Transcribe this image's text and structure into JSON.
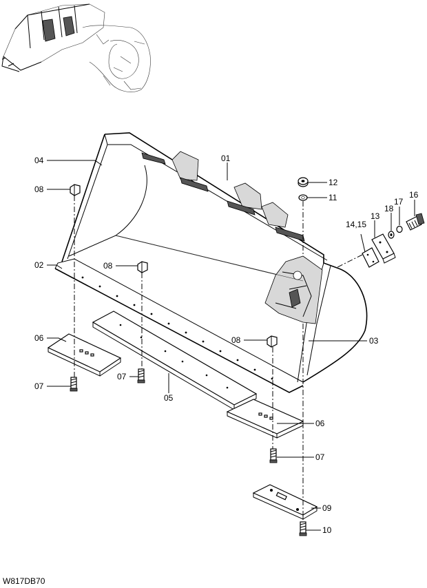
{
  "drawing_code": "W817DB70",
  "labels": {
    "p01": "01",
    "p02": "02",
    "p03": "03",
    "p04": "04",
    "p05": "05",
    "p06a": "06",
    "p06b": "06",
    "p07a": "07",
    "p07b": "07",
    "p07c": "07",
    "p08a": "08",
    "p08b": "08",
    "p08c": "08",
    "p09": "09",
    "p10": "10",
    "p11": "11",
    "p12": "12",
    "p13": "13",
    "p1415": "14,15",
    "p16": "16",
    "p17": "17",
    "p18": "18"
  }
}
